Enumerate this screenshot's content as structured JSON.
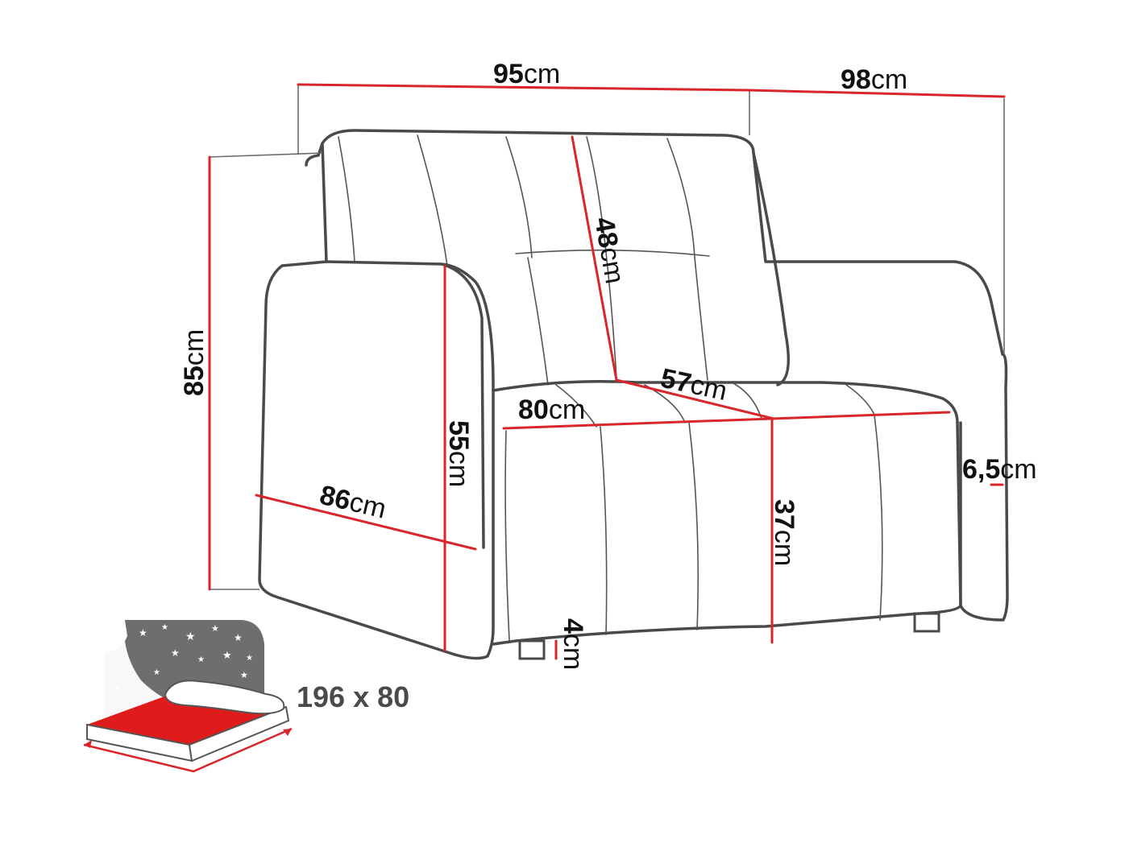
{
  "diagram": {
    "subject": "sofa bed",
    "colors": {
      "dimension_line": "#d9262b",
      "outline": "#4a4a4a",
      "bed_mattress": "#e01b1b",
      "night_sky": "#6e6e6e"
    },
    "dimensions": [
      {
        "id": "width",
        "value": "95",
        "unit": "cm"
      },
      {
        "id": "depth-open",
        "value": "98",
        "unit": "cm"
      },
      {
        "id": "height",
        "value": "85",
        "unit": "cm"
      },
      {
        "id": "backrest-height",
        "value": "48",
        "unit": "cm"
      },
      {
        "id": "seat-depth",
        "value": "57",
        "unit": "cm"
      },
      {
        "id": "seat-width",
        "value": "80",
        "unit": "cm"
      },
      {
        "id": "armrest-height",
        "value": "55",
        "unit": "cm"
      },
      {
        "id": "depth",
        "value": "86",
        "unit": "cm"
      },
      {
        "id": "seat-height",
        "value": "37",
        "unit": "cm"
      },
      {
        "id": "armrest-width",
        "value": "6,5",
        "unit": "cm"
      },
      {
        "id": "leg-height",
        "value": "4",
        "unit": "cm"
      }
    ],
    "sleeping_area": {
      "label": "196 x 80",
      "icon": "bed-with-pillow-and-starry-sky-icon"
    }
  }
}
